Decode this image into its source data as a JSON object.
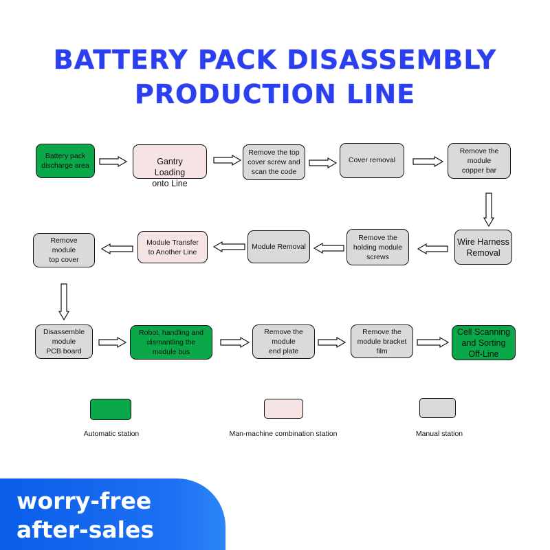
{
  "title": "BATTERY PACK DISASSEMBLY\nPRODUCTION LINE",
  "steps": [
    {
      "label": "Battery pack\ndischarge area",
      "type": "automatic"
    },
    {
      "label": "Gantry\nLoading\nonto Line",
      "type": "combination"
    },
    {
      "label": "Remove the top\ncover screw and\nscan the code",
      "type": "manual"
    },
    {
      "label": "Cover removal",
      "type": "manual"
    },
    {
      "label": "Remove the\nmodule\ncopper bar",
      "type": "manual"
    },
    {
      "label": "Wire Harness\nRemoval",
      "type": "manual"
    },
    {
      "label": "Remove the\nholding module\nscrews",
      "type": "manual"
    },
    {
      "label": "Module Removal",
      "type": "manual"
    },
    {
      "label": "Module Transfer\nto Another Line",
      "type": "combination"
    },
    {
      "label": "Remove\nmodule\ntop cover",
      "type": "manual"
    },
    {
      "label": "Disassemble\nmodule\nPCB board",
      "type": "manual"
    },
    {
      "label": "Robot, handling and\ndismantling the\nmodule bus",
      "type": "automatic"
    },
    {
      "label": "Remove the\nmodule\nend plate",
      "type": "manual"
    },
    {
      "label": "Remove the\nmodule bracket\nfilm",
      "type": "manual"
    },
    {
      "label": "Cell Scanning\nand Sorting\nOff-Line",
      "type": "automatic"
    }
  ],
  "legend": [
    {
      "label": "Automatic station",
      "color": "#0ba84a"
    },
    {
      "label": "Man-machine combination station",
      "color": "#f6e3e3"
    },
    {
      "label": "Manual station",
      "color": "#dadada"
    }
  ],
  "banner": {
    "text": "worry-free\nafter-sales"
  },
  "colors": {
    "title": "#2b3ff0",
    "automatic": "#0ba84a",
    "combination": "#f6e3e3",
    "manual": "#dadada",
    "banner": "#1d6ff2"
  }
}
